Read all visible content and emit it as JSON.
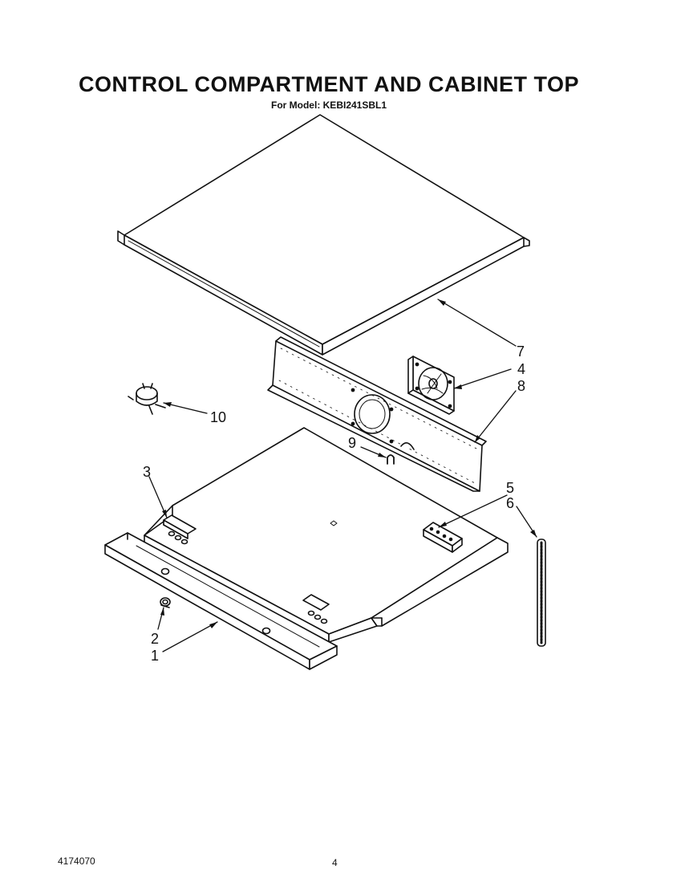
{
  "header": {
    "title": "CONTROL COMPARTMENT AND CABINET TOP",
    "subtitle": "For Model: KEBI241SBL1"
  },
  "callouts": {
    "c1": "1",
    "c2": "2",
    "c3": "3",
    "c4": "4",
    "c5": "5",
    "c6": "6",
    "c7": "7",
    "c8": "8",
    "c9": "9",
    "c10": "10"
  },
  "footer": {
    "document_number": "4174070",
    "page_number": "4"
  }
}
